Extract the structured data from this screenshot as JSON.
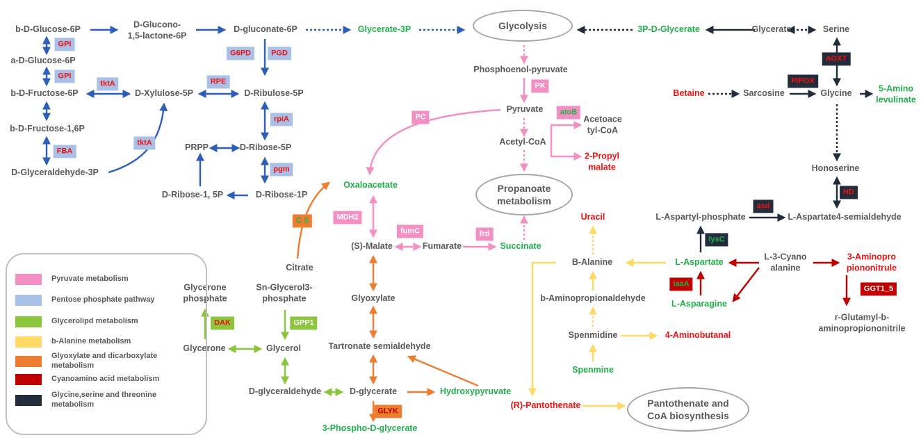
{
  "nodes": {
    "b_glucose_6p": "b-D-Glucose-6P",
    "a_glucose_6p": "a-D-Glucose-6P",
    "b_fructose_6p": "b-D-Fructose-6P",
    "b_fructose_16p": "b-D-Fructose-1,6P",
    "glyceraldehyde_3p": "D-Glyceraldehyde-3P",
    "glucono_lactone": "D-Glucono-\n1,5-lactone-6P",
    "gluconate_6p": "D-gluconate-6P",
    "glycerate_3p": "Glycerate-3P",
    "xylulose_5p": "D-Xylulose-5P",
    "ribulose_5p": "D-Ribulose-5P",
    "prpp": "PRPP",
    "ribose_5p": "D-Ribose-5P",
    "ribose_15p": "D-Ribose-1, 5P",
    "ribose_1p": "D-Ribose-1P",
    "pep": "Phosphoenol-pyruvate",
    "pyruvate": "Pyruvate",
    "acetoacetyl_coa": "Acetoace\ntyl-CoA",
    "acetyl_coa": "Acetyl-CoA",
    "propyl_malate": "2-Propyl\nmalate",
    "oxaloacetate": "Oxaloacetate",
    "citrate": "Citrate",
    "malate": "(S)-Malate",
    "fumarate": "Fumarate",
    "succinate": "Succinate",
    "glyoxylate": "Glyoxylate",
    "tartronate": "Tartronate semialdehyde",
    "d_glycerate": "D-glycerate",
    "hydroxypyruvate": "Hydroxypyruvate",
    "phospho_glycerate": "3-Phospho-D-glycerate",
    "glycerone_phosphate": "Glycerone\nphosphate",
    "sn_glycerol3p": "Sn-Glycerol3-\nphosphate",
    "glycerone": "Glycerone",
    "glycerol": "Glycerol",
    "d_glyceraldehyde": "D-glyceraldehyde",
    "p3_d_glycerate": "3P-D-Glycerate",
    "glycerate": "Glycerate",
    "serine": "Serine",
    "betaine": "Betaine",
    "sarcosine": "Sarcosine",
    "glycine": "Glycine",
    "amino_levulinate": "5-Amino\nlevulinate",
    "honoserine": "Honoserine",
    "aspartyl_phosphate": "L-Aspartyl-phosphate",
    "aspartate_semialdehyde": "L-Aspartate4-semialdehyde",
    "uracil": "Uracil",
    "b_alanine": "B-Alanine",
    "l_aspartate": "L-Aspartate",
    "cyano_alanine": "L-3-Cyano\nalanine",
    "aminopropiononitrile": "3-Aminopro\npiononitrule",
    "l_asparagine": "L-Asparagine",
    "glutamyl": "r-Glutamyl-b-\naminopropiononitrile",
    "aminopropionaldehyde": "b-Aminopropionaldehyde",
    "spenmidine": "Spenmidine",
    "aminobutanal": "4-Aminobutanal",
    "spenmine": "Spenmine",
    "pantothenate": "(R)-Pantothenate"
  },
  "ellipses": {
    "glycolysis": "Glycolysis",
    "propanoate": "Propanoate\nmetabolism",
    "pantothenate_coa": "Pantothenate and\nCoA biosynthesis"
  },
  "enzymes": {
    "gpi1": "GPI",
    "gpi2": "GPI",
    "fba": "FBA",
    "tkta1": "tktA",
    "tkta2": "tktA",
    "g6pd": "G6PD",
    "pgd": "PGD",
    "rpe": "RPE",
    "rpia": "rpiA",
    "pgm": "pgm",
    "pk": "PK",
    "pc": "PC",
    "atob": "atoB",
    "mdh2": "MDH2",
    "fumc": "fumC",
    "frd": "frd",
    "cs": "C S",
    "dak": "DAK",
    "gpp1": "GPP1",
    "glyk": "GLYK",
    "agxt": "AGXT",
    "pipox": "PIPOX",
    "hd": "HD",
    "asd": "asd",
    "lysc": "lysC",
    "iaaa": "iaaA",
    "ggt1_5": "GGT1_5"
  },
  "legend": {
    "items": [
      {
        "label": "Pyruvate metabolism",
        "color": "#f48fc3"
      },
      {
        "label": "Pentose phosphate pathway",
        "color": "#a9c1e6"
      },
      {
        "label": "Glycerolipd metabolism",
        "color": "#8cc63f"
      },
      {
        "label": "b-Alanine metabolism",
        "color": "#ffd966"
      },
      {
        "label": "Glyoxylate and dicarboxylate\nmetabolism",
        "color": "#ed7d31"
      },
      {
        "label": "Cyanoamino acid metabolism",
        "color": "#c00000"
      },
      {
        "label": "Glycine,serine and threonine\nmetabolism",
        "color": "#232c3a"
      }
    ]
  },
  "colors": {
    "pentose": "#2e5fb8",
    "pyruvate": "#f48fc3",
    "glycerolipid": "#8cc63f",
    "alanine": "#ffd966",
    "glyoxylate": "#ed7d31",
    "cyano": "#c00000",
    "glycine": "#232c3a"
  }
}
